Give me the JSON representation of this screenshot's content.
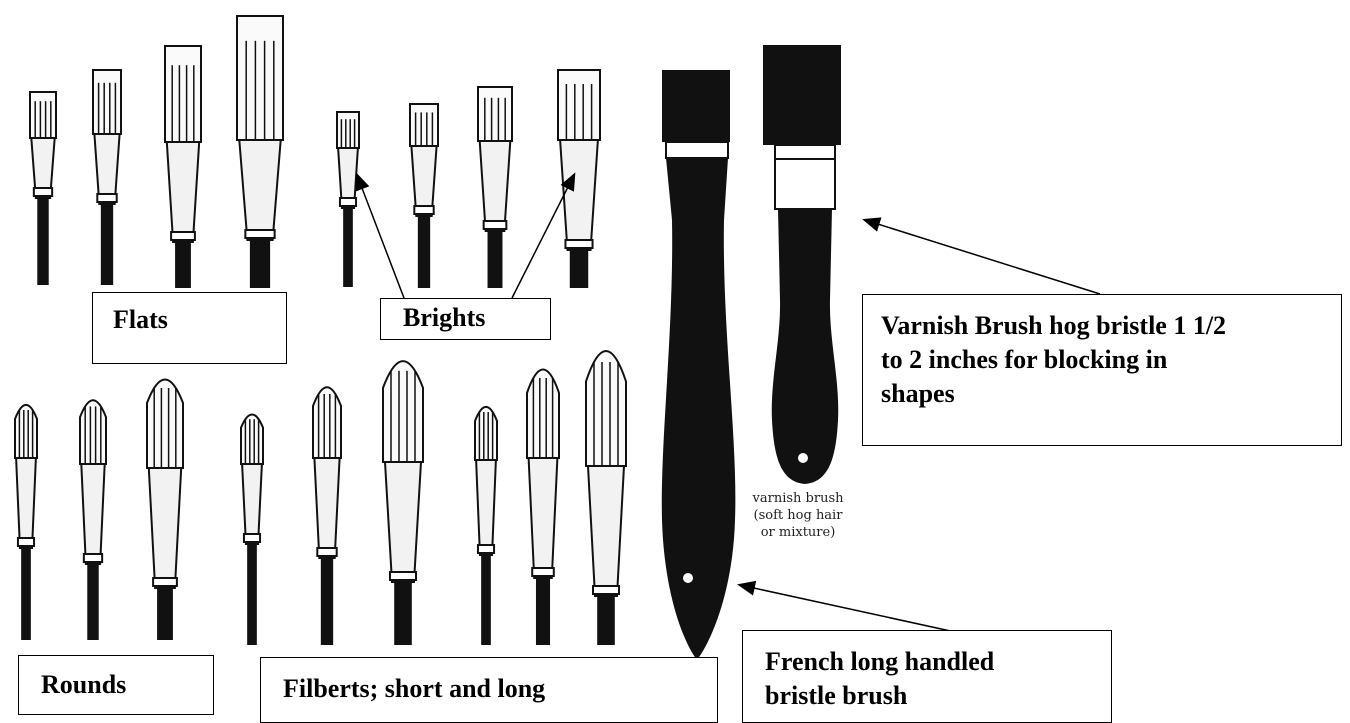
{
  "labels": {
    "flats": "Flats",
    "brights": "Brights",
    "varnish_line1": "Varnish Brush hog bristle 1 1/2",
    "varnish_line2": "to 2 inches for blocking in",
    "varnish_line3": "shapes",
    "rounds": "Rounds",
    "filberts": "Filberts; short and long",
    "french_line1": "French long handled",
    "french_line2": "bristle brush"
  },
  "varnish_caption": {
    "line1": "varnish brush",
    "line2": "(soft hog hair",
    "line3": "or mixture)"
  },
  "colors": {
    "ink": "#111111",
    "paper": "#ffffff",
    "ferrule": "#f2f2f2"
  }
}
